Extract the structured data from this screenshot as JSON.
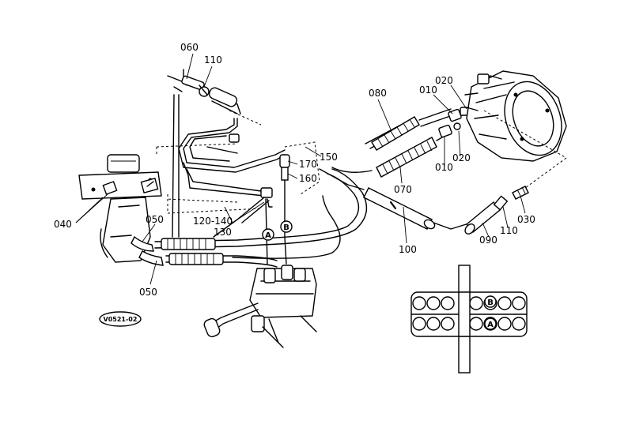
{
  "diagram": {
    "part_labels": {
      "p060": "060",
      "p110a": "110",
      "p080": "080",
      "p010a": "010",
      "p020a": "020",
      "p150": "150",
      "p170": "170",
      "p160": "160",
      "p010b": "010",
      "p020b": "020",
      "p070": "070",
      "p040": "040",
      "p050a": "050",
      "p120_140": "120-140",
      "p130": "130",
      "p050b": "050",
      "p100": "100",
      "p090": "090",
      "p110b": "110",
      "p030": "030"
    },
    "port_markers": {
      "a_main": "A",
      "b_main": "B",
      "b_valve": "B",
      "a_valve": "A"
    },
    "drawing_code": "V0521-02"
  }
}
